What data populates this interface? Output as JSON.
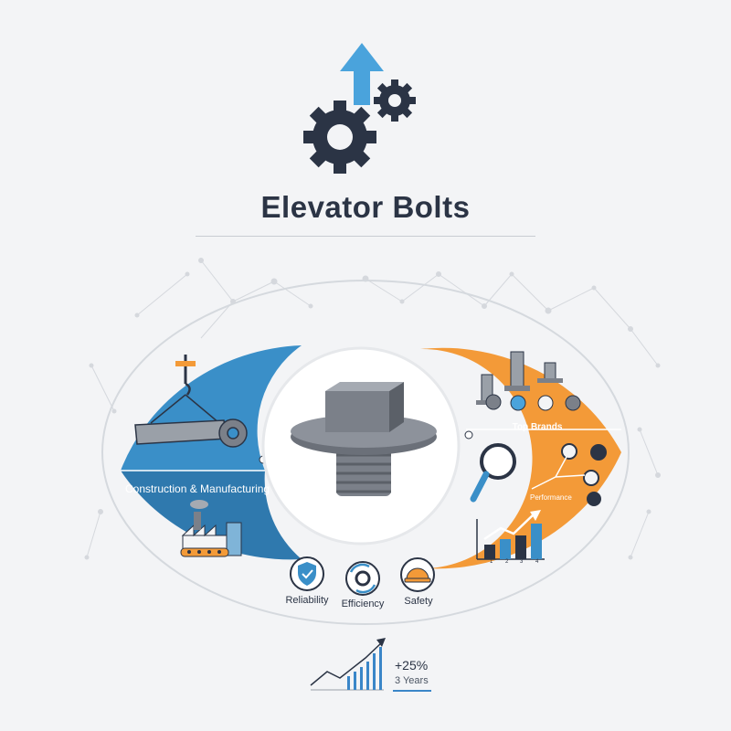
{
  "title": "Elevator Bolts",
  "left_panel": {
    "label": "Construction & Manufacturing"
  },
  "right_panel": {
    "top_label": "Top Brands",
    "performance_label": "Performance",
    "chart_ticks": [
      "1",
      "2",
      "3",
      "4"
    ]
  },
  "benefits": [
    {
      "label": "Reliability",
      "icon": "shield-check-icon"
    },
    {
      "label": "Efficiency",
      "icon": "gear-cycle-icon"
    },
    {
      "label": "Safety",
      "icon": "hard-hat-icon"
    }
  ],
  "growth": {
    "value": "+25%",
    "period": "3 Years"
  },
  "colors": {
    "blue": "#3a8fc8",
    "blue_dark": "#2f79ae",
    "orange": "#f39a38",
    "navy": "#2b3445",
    "arrow": "#4aa3dc"
  }
}
